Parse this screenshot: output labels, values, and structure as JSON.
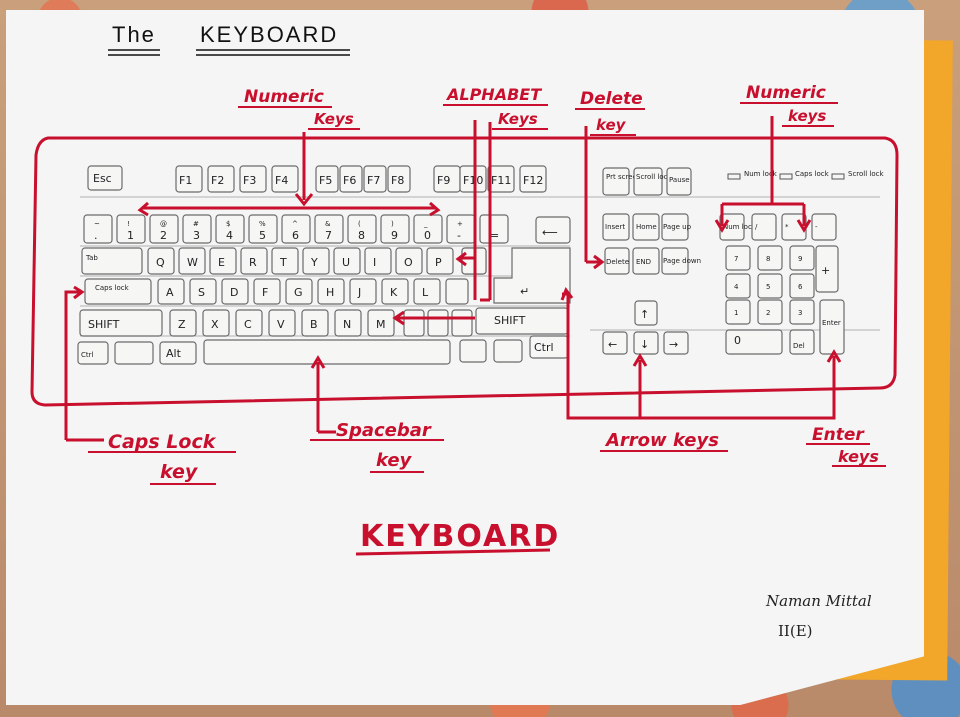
{
  "header": {
    "the": "The",
    "keyboard": "KEYBOARD"
  },
  "labels": {
    "numeric_keys_1": "Numeric",
    "numeric_keys_1b": "Keys",
    "alphabet_keys": "ALPHABET",
    "alphabet_keys_b": "Keys",
    "delete_key": "Delete",
    "delete_key_b": "key",
    "numeric_keys_2": "Numeric",
    "numeric_keys_2b": "keys",
    "caps_lock_key": "Caps Lock",
    "caps_lock_key_b": "key",
    "spacebar_key": "Spacebar",
    "spacebar_key_b": "key",
    "arrow_keys": "Arrow keys",
    "enter_keys": "Enter",
    "enter_keys_b": "keys",
    "big_title": "KEYBOARD"
  },
  "signature": {
    "name": "Naman Mittal",
    "class": "II(E)"
  },
  "keys": {
    "esc": "Esc",
    "f": [
      "F1",
      "F2",
      "F3",
      "F4",
      "F5",
      "F6",
      "F7",
      "F8",
      "F9",
      "F10",
      "F11",
      "F12"
    ],
    "prt": "Prt screen",
    "scroll": "Scroll lock",
    "pause": "Pause",
    "num_lock_ind": "Num lock",
    "caps_lock_ind": "Caps lock",
    "scroll_lock_ind": "Scroll lock",
    "num_row_top": [
      "~",
      "!",
      "@",
      "#",
      "$",
      "%",
      "^",
      "&",
      "(",
      ")",
      "_",
      "+"
    ],
    "num_row_bot": [
      ".",
      "1",
      "2",
      "3",
      "4",
      "5",
      "6",
      "7",
      "8",
      "9",
      "0",
      "-",
      "="
    ],
    "tab": "Tab",
    "qrow": [
      "Q",
      "W",
      "E",
      "R",
      "T",
      "Y",
      "U",
      "I",
      "O",
      "P"
    ],
    "caps": "Caps lock",
    "arow": [
      "A",
      "S",
      "D",
      "F",
      "G",
      "H",
      "J",
      "K",
      "L"
    ],
    "shift": "SHIFT",
    "zrow": [
      "Z",
      "X",
      "C",
      "V",
      "B",
      "N",
      "M"
    ],
    "ctrl": "Ctrl",
    "alt": "Alt",
    "insert": "Insert",
    "home": "Home",
    "pgup": "Page up",
    "delete": "Delete",
    "end": "END",
    "pgdn": "Page down",
    "numpad_top": [
      "Num lock",
      "/",
      "*",
      "-"
    ],
    "numpad_r1": [
      "7",
      "8",
      "9"
    ],
    "numpad_r2": [
      "4",
      "5",
      "6"
    ],
    "numpad_r3": [
      "1",
      "2",
      "3"
    ],
    "numpad_zero": "0",
    "numpad_del": "Del",
    "numpad_enter": "Enter",
    "numpad_plus": "+",
    "arrows": [
      "↑",
      "←",
      "↓",
      "→"
    ]
  }
}
